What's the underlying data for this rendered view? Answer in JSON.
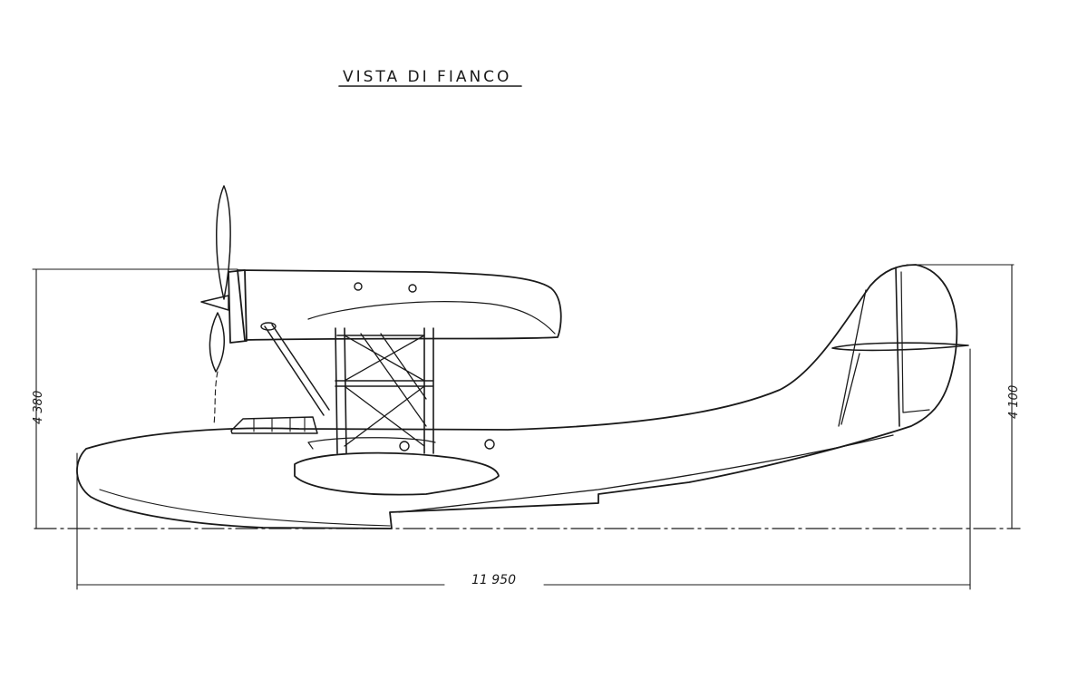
{
  "drawing": {
    "title": "VISTA DI FIANCO",
    "dimensions": {
      "overall_length": "11 950",
      "height_front": "4 380",
      "height_tail": "4 100"
    },
    "ink_color": "#1a1a1a",
    "paper_color": "#ffffff"
  }
}
